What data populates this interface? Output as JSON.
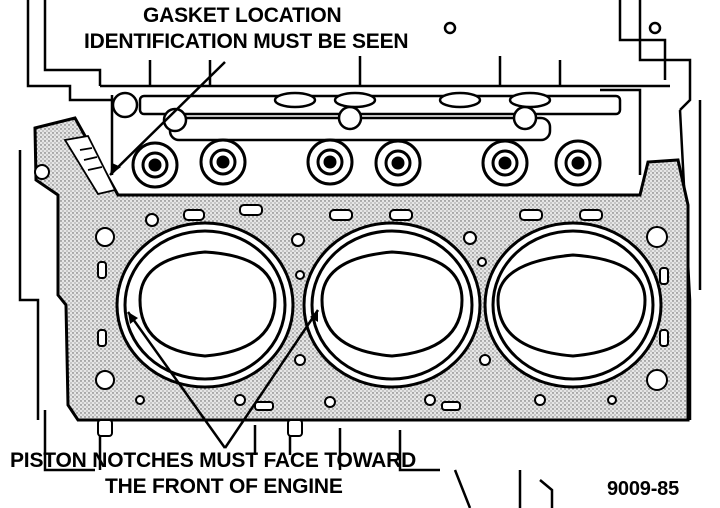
{
  "callouts": {
    "gasket_line1": "GASKET LOCATION",
    "gasket_line2": "IDENTIFICATION MUST BE SEEN",
    "piston_line1": "PISTON NOTCHES MUST FACE TOWARD",
    "piston_line2": "THE FRONT OF ENGINE"
  },
  "figure_code": "9009-85",
  "colors": {
    "ink": "#000000",
    "paper": "#ffffff",
    "gasket": "#dcdcdc"
  }
}
